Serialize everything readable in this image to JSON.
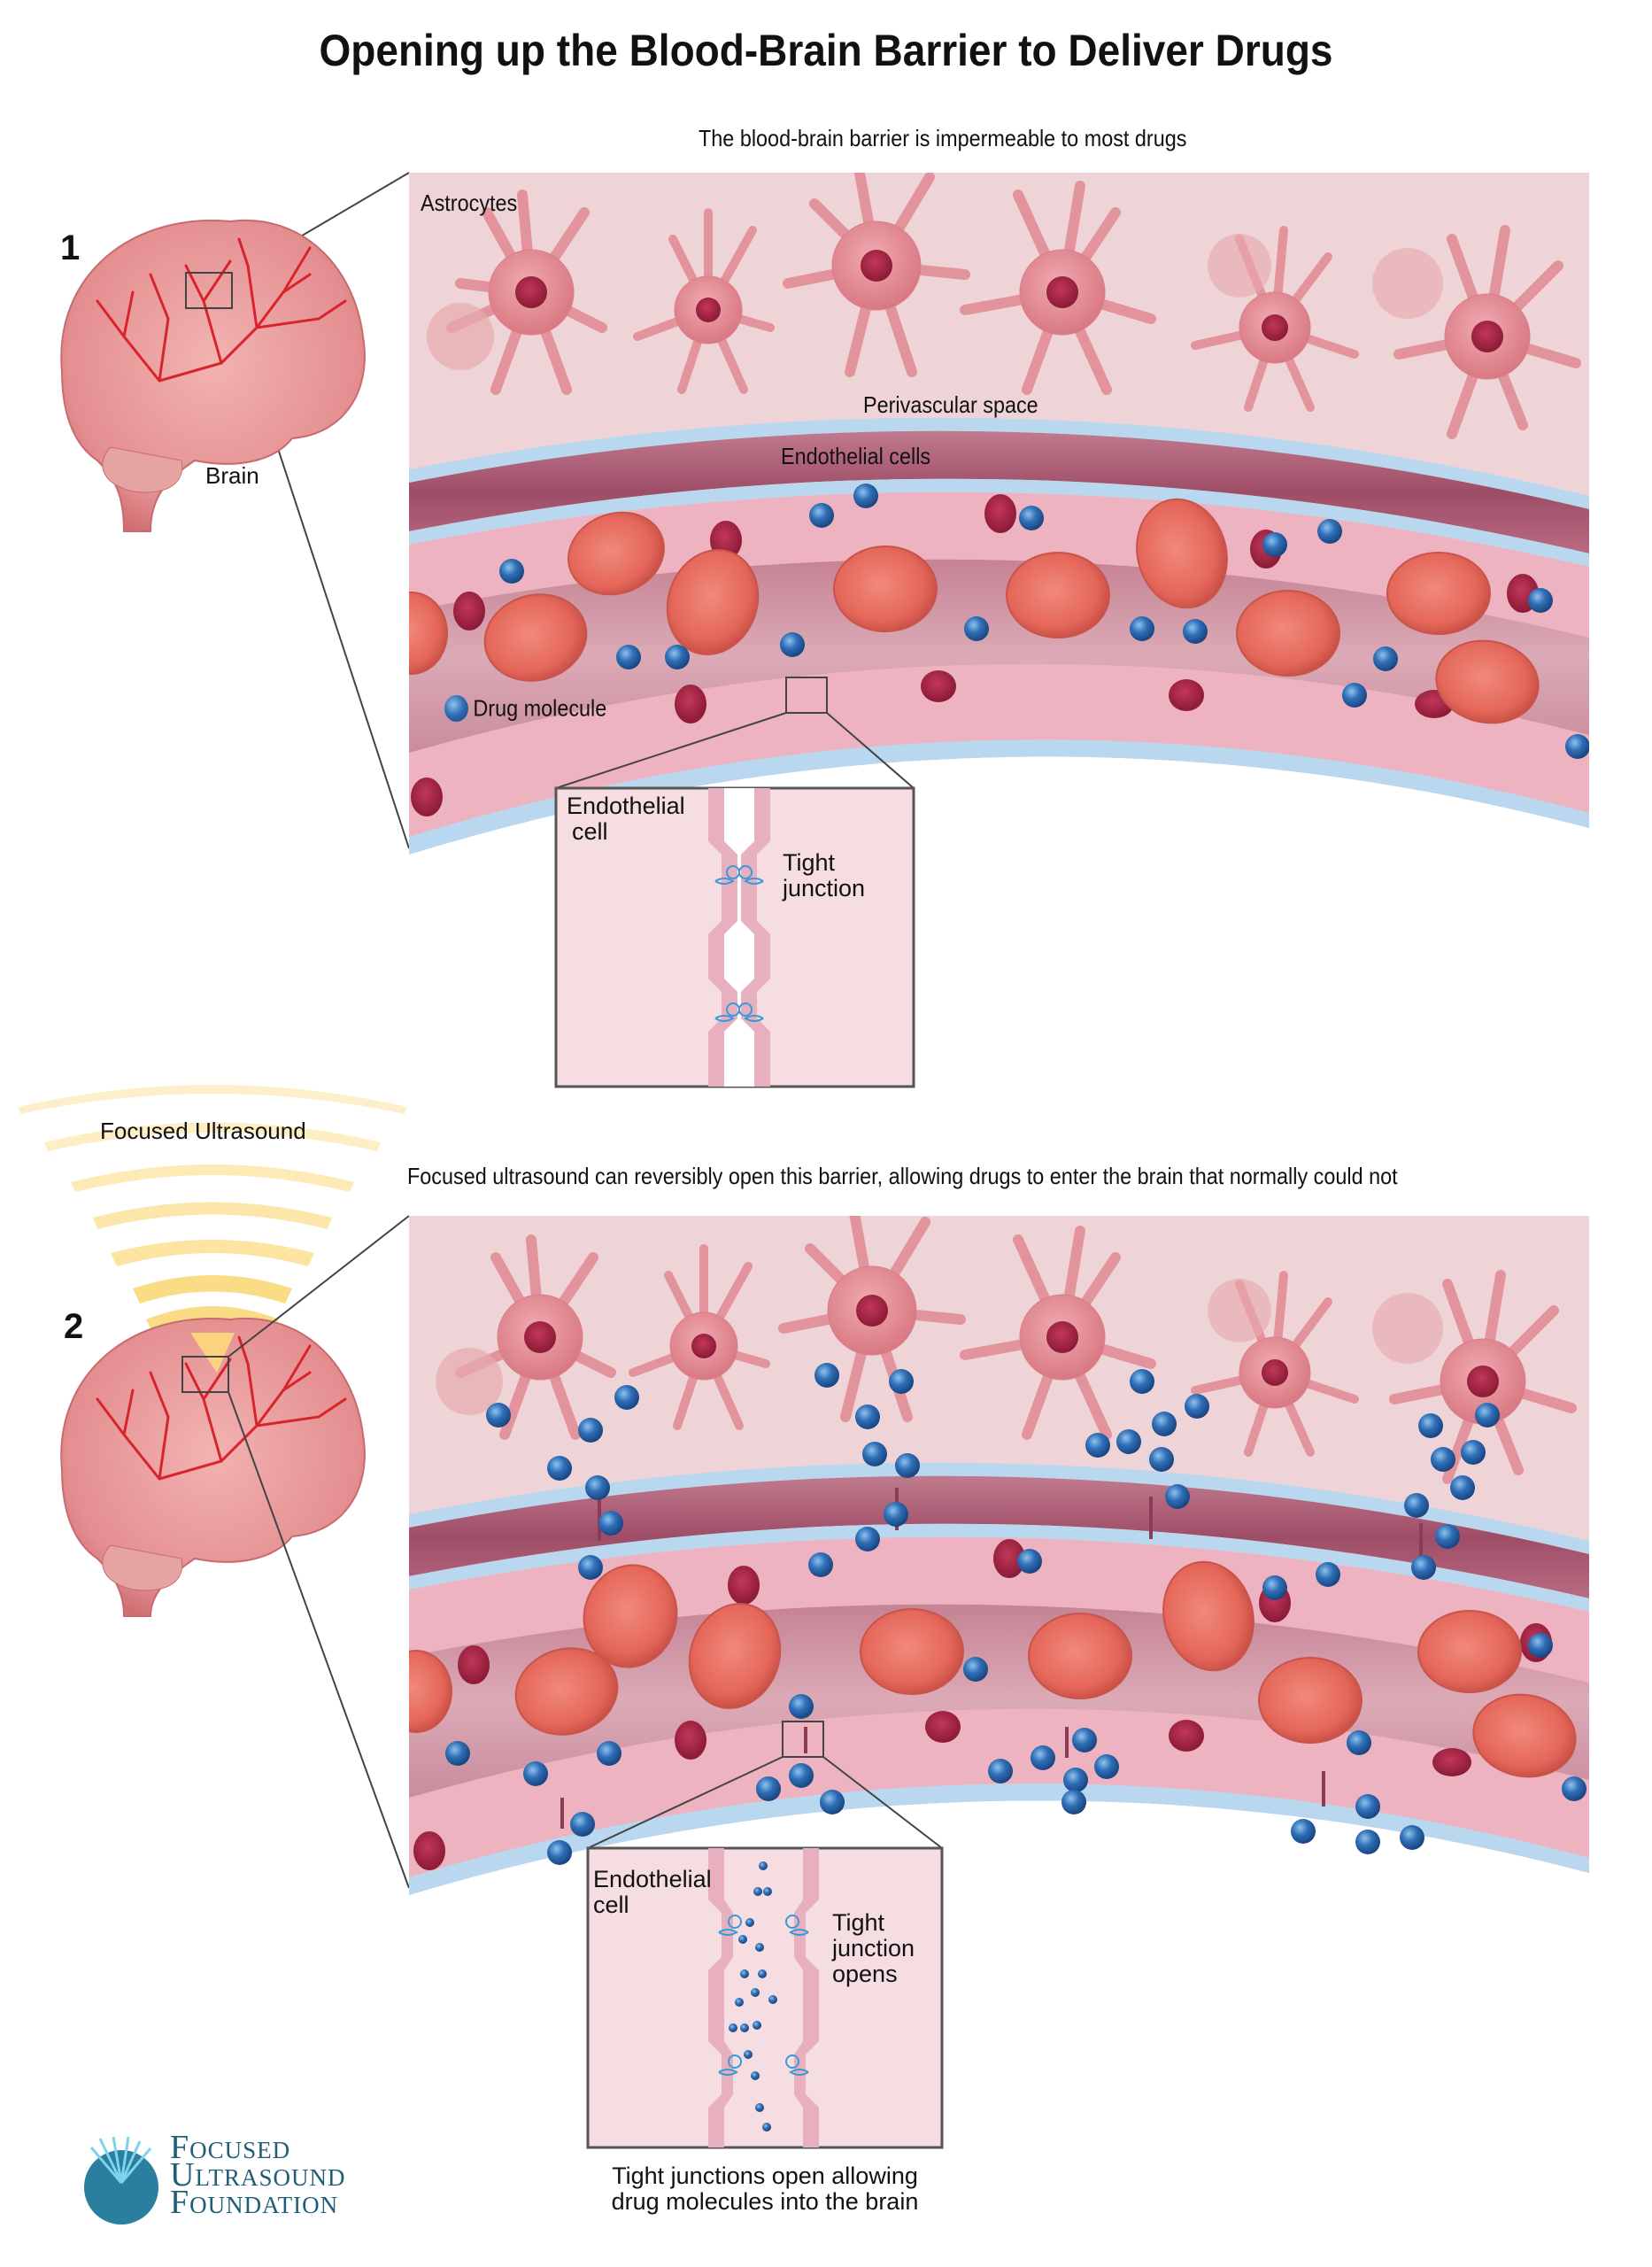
{
  "title": "Opening up the Blood-Brain Barrier to Deliver Drugs",
  "panel1": {
    "number": "1",
    "caption": "The blood-brain barrier is impermeable to most drugs",
    "brain_label": "Brain",
    "labels": {
      "astrocytes": "Astrocytes",
      "perivascular": "Perivascular space",
      "endothelial": "Endothelial cells",
      "drug": "Drug molecule"
    },
    "inset": {
      "cell_label_line1": "Endothelial",
      "cell_label_line2": "cell",
      "junction_line1": "Tight",
      "junction_line2": "junction"
    }
  },
  "panel2": {
    "number": "2",
    "ultrasound_label": "Focused Ultrasound",
    "caption": "Focused ultrasound can reversibly open this barrier, allowing drugs to enter the brain that normally could not",
    "inset": {
      "cell_label_line1": "Endothelial",
      "cell_label_line2": "cell",
      "junction_line1": "Tight",
      "junction_line2": "junction",
      "junction_line3": "opens"
    },
    "inset_caption_line1": "Tight junctions open allowing",
    "inset_caption_line2": "drug molecules into the brain"
  },
  "logo": {
    "line1": "Focused",
    "line2": "Ultrasound",
    "line3": "Foundation"
  },
  "colors": {
    "tissue_bg": "#eed3d7",
    "astrocyte": "#e28d95",
    "astrocyte_nucleus": "#a3203f",
    "membrane_blue": "#b9d8ef",
    "perivascular": "#9e4d66",
    "endothelial": "#eeb3c0",
    "lumen": "#d49aa8",
    "rbc": "#e5675a",
    "drug": "#2f6fb6",
    "artery_red": "#d8242b",
    "brain": "#e69a9a",
    "ultrasound": "#fbd97a",
    "logo_blue": "#1f5d78"
  }
}
